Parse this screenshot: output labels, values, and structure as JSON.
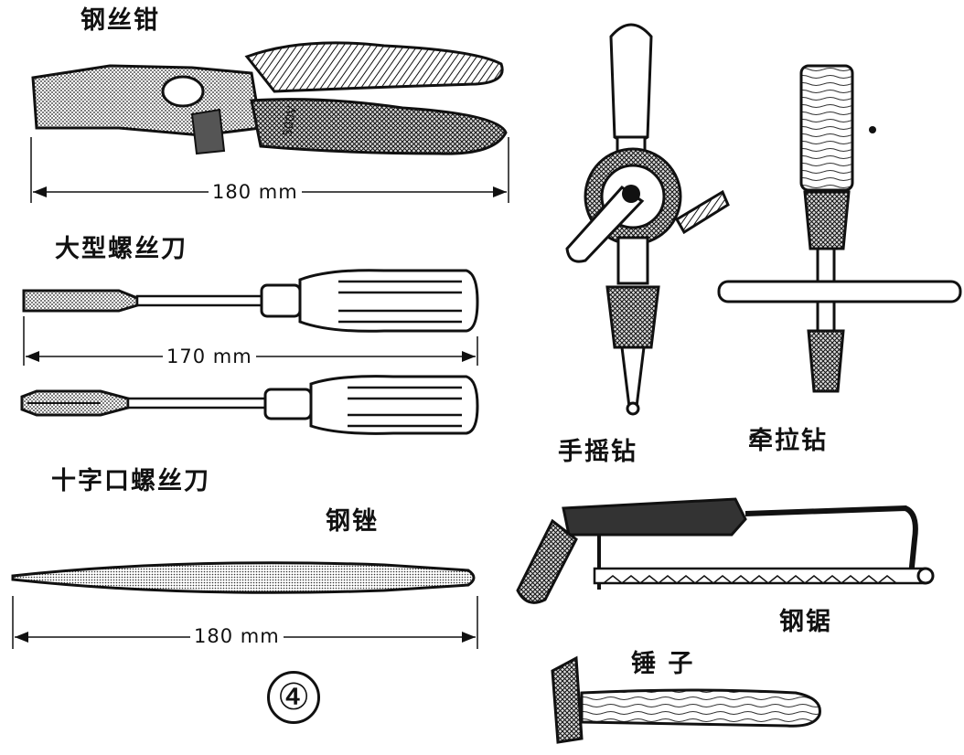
{
  "labels": {
    "pliers": "钢丝钳",
    "big_screwdriver": "大型螺丝刀",
    "cross_screwdriver": "十字口螺丝刀",
    "file": "钢锉",
    "hand_drill": "手摇钻",
    "tap_wrench": "牵拉钻",
    "hacksaw": "钢锯",
    "hammer": "锤 子"
  },
  "dimensions": {
    "pliers": "180 mm",
    "screwdriver": "170 mm",
    "file": "180 mm"
  },
  "pliers_marking": "500V",
  "plate_number": "④"
}
